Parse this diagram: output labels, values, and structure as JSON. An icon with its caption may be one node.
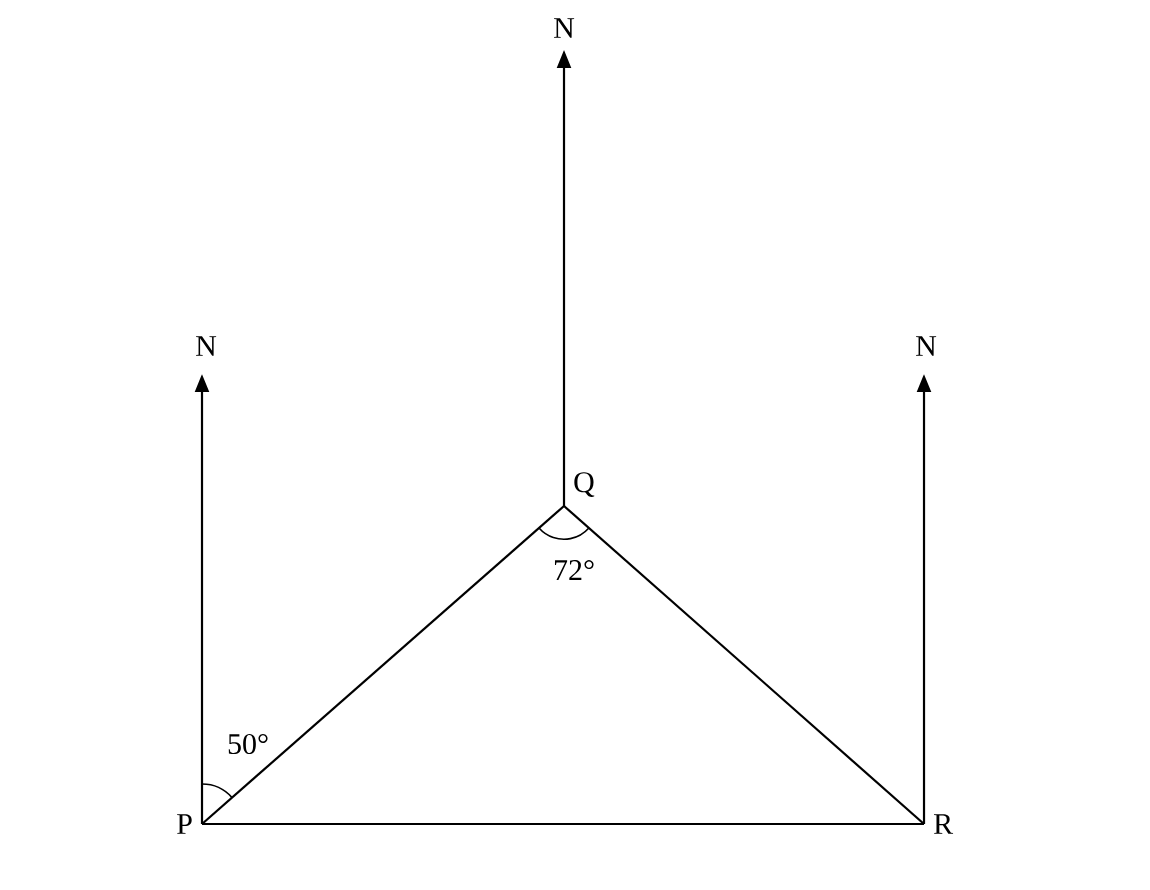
{
  "diagram": {
    "nodes": [
      {
        "text": [
          "P"
        ]
      },
      {
        "text": [
          "Q"
        ]
      },
      {
        "text": [
          "R"
        ]
      }
    ],
    "edges": [
      {
        "from": 0,
        "to": 1,
        "arrow": "none"
      },
      {
        "from": 1,
        "to": 2,
        "arrow": "none"
      },
      {
        "from": 0,
        "to": 2,
        "arrow": "none"
      }
    ],
    "labels": [
      "N",
      "N",
      "N",
      "72°",
      "50°"
    ]
  }
}
